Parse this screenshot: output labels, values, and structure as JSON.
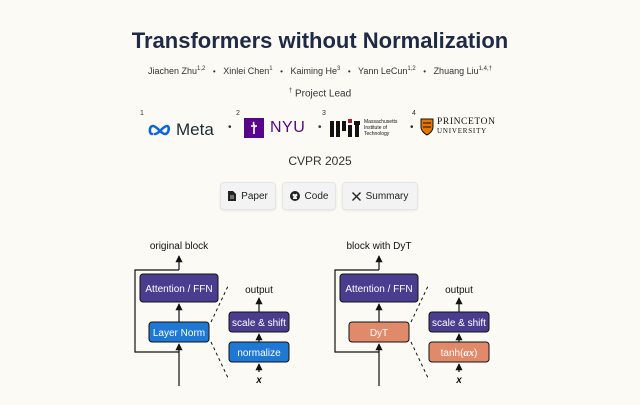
{
  "page": {
    "title": "Transformers without Normalization",
    "authors": [
      {
        "name": "Jiachen Zhu",
        "aff": "1,2"
      },
      {
        "name": "Xinlei Chen",
        "aff": "1"
      },
      {
        "name": "Kaiming He",
        "aff": "3"
      },
      {
        "name": "Yann LeCun",
        "aff": "1,2"
      },
      {
        "name": "Zhuang Liu",
        "aff": "1,4,†"
      }
    ],
    "lead_mark": "†",
    "lead_text": "Project Lead",
    "venue": "CVPR 2025"
  },
  "logos": {
    "meta": {
      "num": "1",
      "text": "Meta"
    },
    "nyu": {
      "num": "2",
      "text": "NYU"
    },
    "mit": {
      "num": "3",
      "lines": [
        "Massachusetts",
        "Institute of",
        "Technology"
      ]
    },
    "princeton": {
      "num": "4",
      "line1": "PRINCETON",
      "line2": "UNIVERSITY"
    }
  },
  "links": [
    {
      "label": "Paper",
      "icon": "file-icon"
    },
    {
      "label": "Code",
      "icon": "github-icon"
    },
    {
      "label": "Summary",
      "icon": "x-icon"
    }
  ],
  "diagram": {
    "left": {
      "caption": "original block",
      "attention": "Attention / FFN",
      "norm": "Layer Norm",
      "out": "output",
      "scale": "scale & shift",
      "inner": "normalize",
      "input": "x"
    },
    "right": {
      "caption": "block with DyT",
      "attention": "Attention / FFN",
      "norm": "DyT",
      "out": "output",
      "scale": "scale & shift",
      "inner_prefix": "tanh(",
      "inner_var": "αx",
      "inner_suffix": ")",
      "input": "x"
    },
    "colors": {
      "attention": "#4a3d8f",
      "layernorm": "#1f78d4",
      "dyt": "#e08a6a",
      "scale": "#4a3d8f",
      "normalize": "#1f78d4"
    }
  }
}
